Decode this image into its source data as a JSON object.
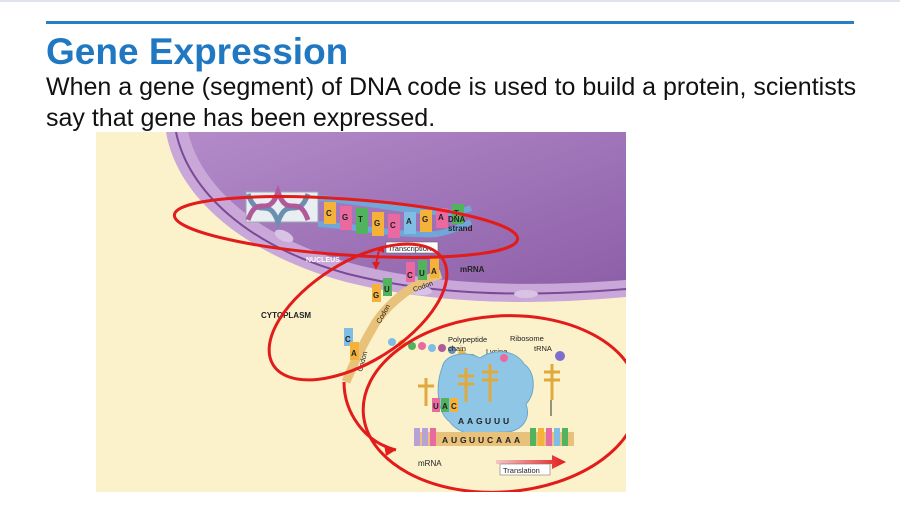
{
  "slide": {
    "title": "Gene Expression",
    "body": "When a gene (segment) of DNA code is used to build a protein, scientists say that gene has been expressed."
  },
  "figure": {
    "labels": {
      "dna_strand_line1": "DNA",
      "dna_strand_line2": "strand",
      "transcription": "Transcription",
      "nucleus": "NUCLEUS",
      "mrna_top": "mRNA",
      "codon_a": "Codon",
      "codon_b": "Codon",
      "codon_c": "Codon",
      "cytoplasm": "CYTOPLASM",
      "polypeptide_line1": "Polypeptide",
      "polypeptide_line2": "chain",
      "ribosome": "Ribosome",
      "trna": "tRNA",
      "lysine": "Lysine",
      "mrna_bottom": "mRNA",
      "translation": "Translation"
    },
    "dna_bases": [
      "C",
      "G",
      "T",
      "G",
      "C",
      "A",
      "G",
      "A",
      "T"
    ],
    "mrna_bases_top": [
      "C",
      "U",
      "A"
    ],
    "mrna_bases_mid": [
      "G",
      "U"
    ],
    "mrna_bases_low": [
      "C",
      "A"
    ],
    "anticodon": [
      "U",
      "A",
      "C"
    ],
    "ribosome_anticodons": [
      "A",
      "A",
      "G",
      "U",
      "U",
      "U"
    ],
    "ribosome_mrna": [
      "A",
      "U",
      "G",
      "U",
      "U",
      "C",
      "A",
      "A",
      "A"
    ],
    "colors": {
      "accent_blue": "#1f78c1",
      "highlight_red": "#e21b1b",
      "nucleus_purple": "#9a6cb3",
      "cytoplasm_cream": "#fbf2cc",
      "ribosome_blue": "#8fc6e6"
    }
  }
}
